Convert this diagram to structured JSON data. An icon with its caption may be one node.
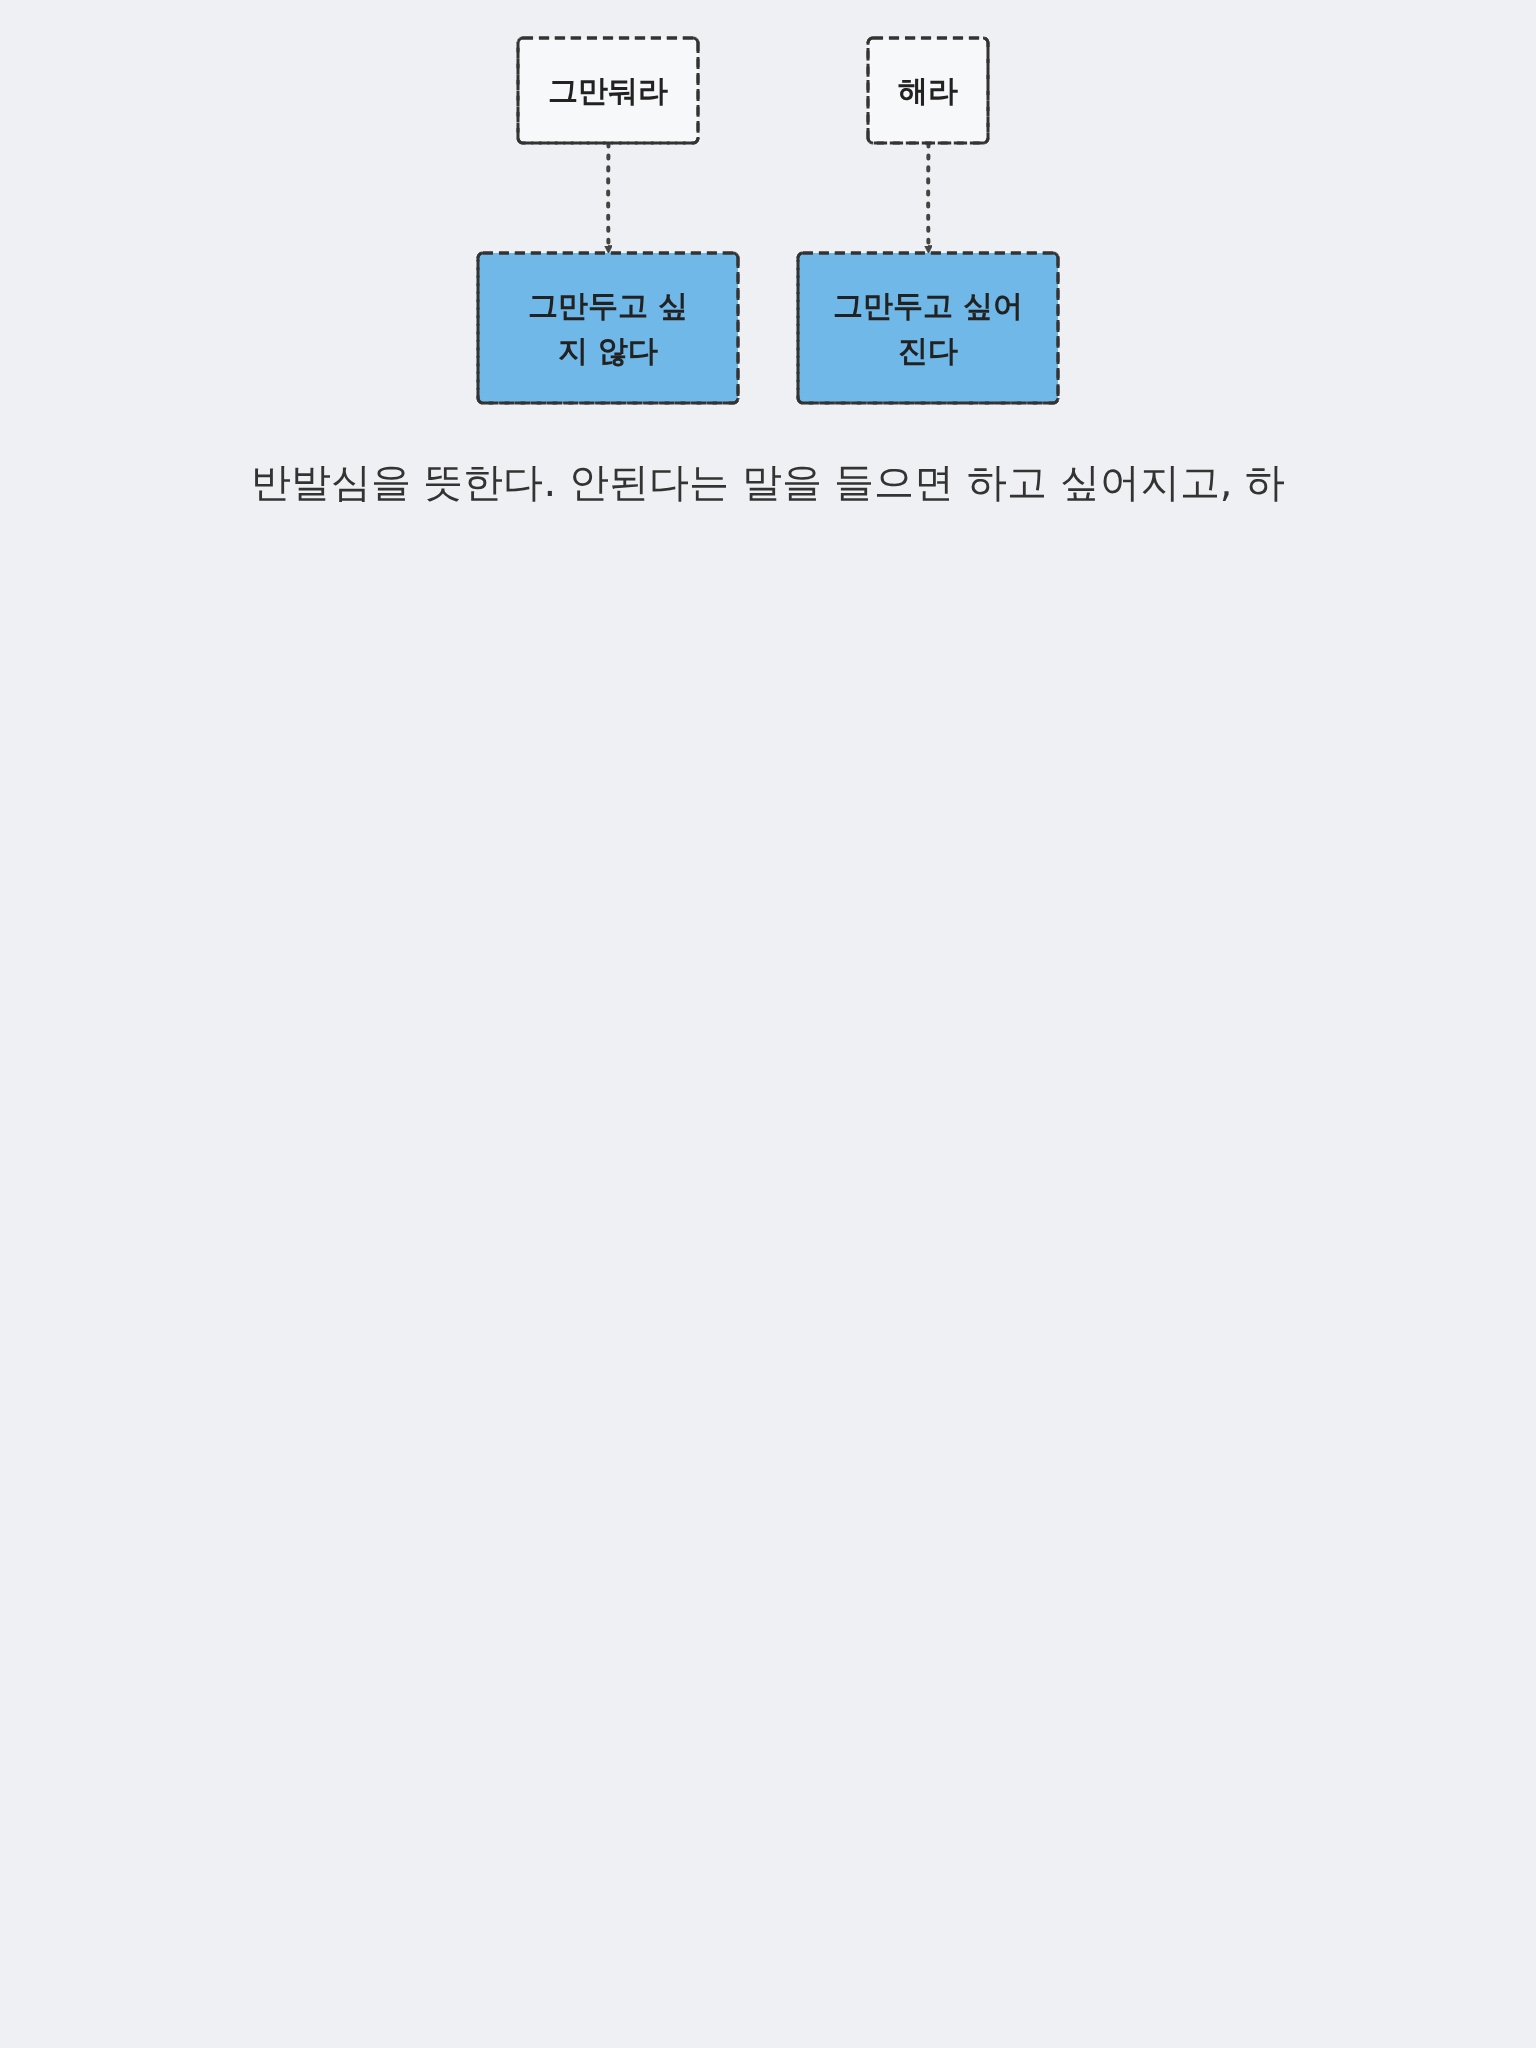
{
  "diagram": {
    "nodes": [
      {
        "text": [
          "그만둬라"
        ]
      },
      {
        "text": [
          "그만두고 싶지 않다"
        ]
      },
      {
        "text": [
          "해라"
        ]
      },
      {
        "text": [
          "그만두고 싶어진다"
        ]
      }
    ],
    "edges": [
      {
        "from": 0,
        "to": 1,
        "arrow": "to",
        "style": "dashed"
      },
      {
        "from": 2,
        "to": 3,
        "arrow": "to",
        "style": "dashed"
      }
    ],
    "labels": [
      "반발심을 뜻한다. 안된다는 말을 들으면 하고 싶어지고, 하"
    ]
  }
}
